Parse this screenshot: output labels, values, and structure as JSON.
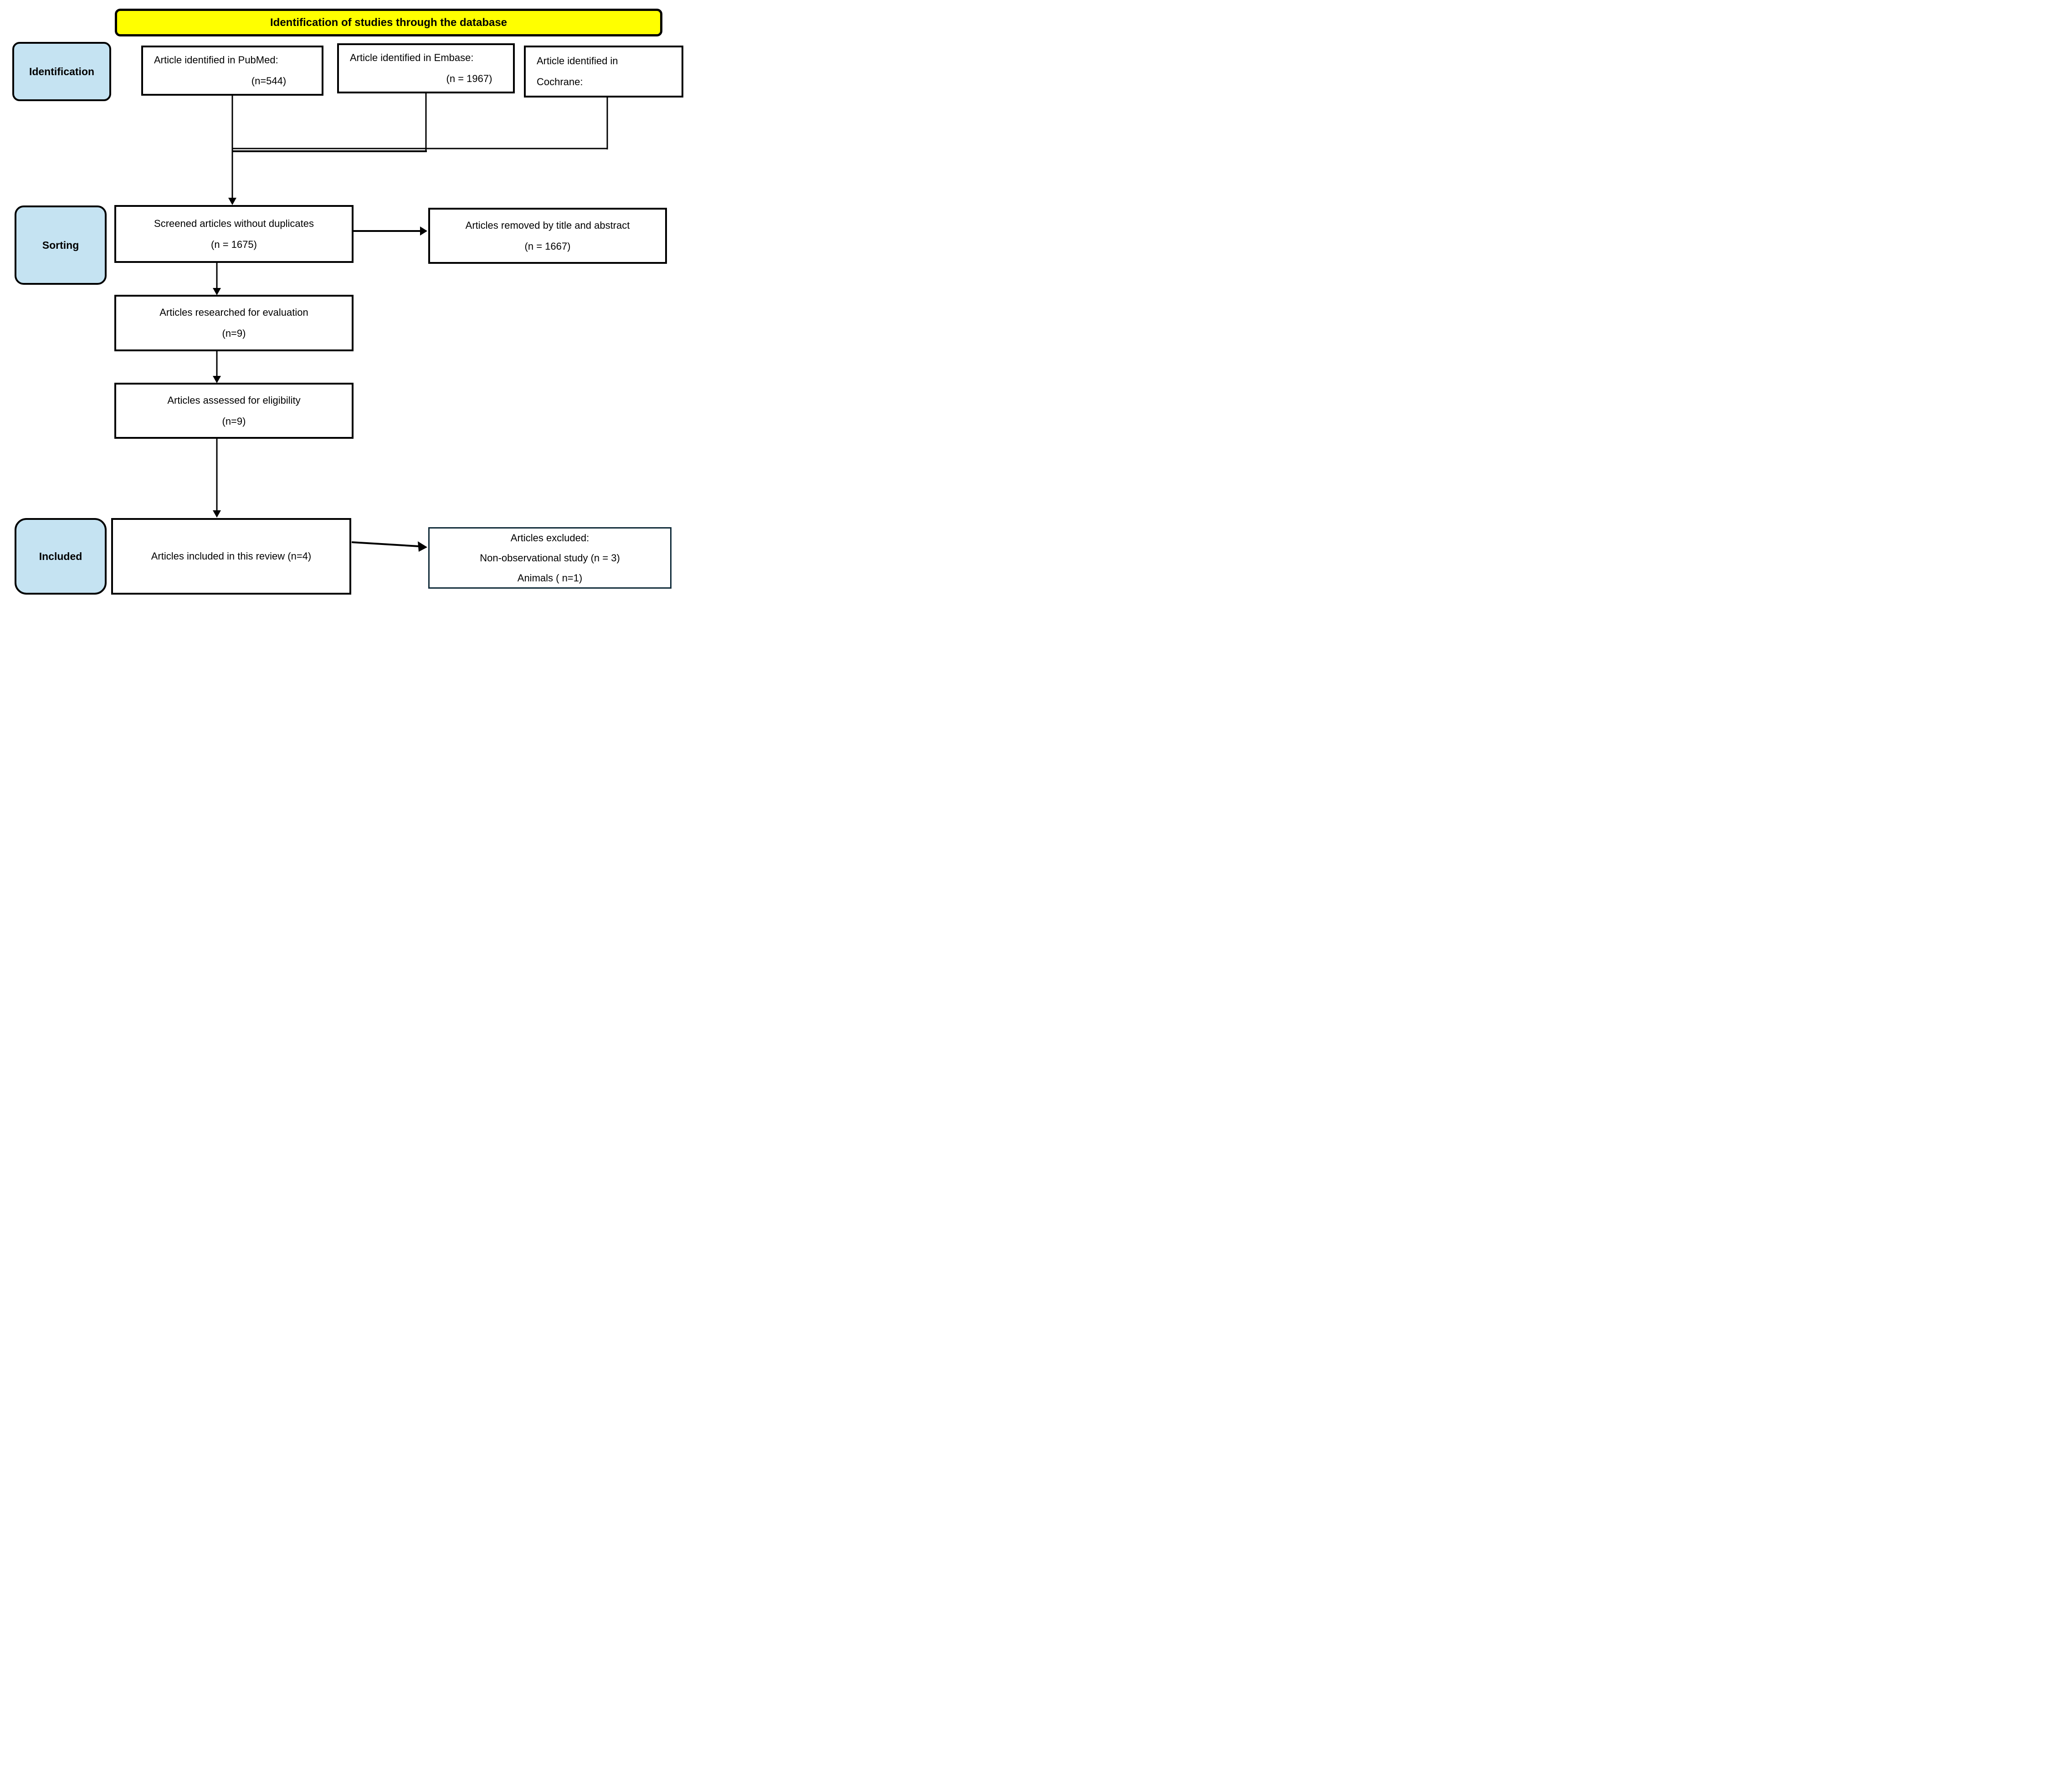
{
  "header": {
    "title": "Identification of studies through the database"
  },
  "stages": {
    "identification": "Identification",
    "sorting": "Sorting",
    "included": "Included"
  },
  "boxes": {
    "pubmed": {
      "line1": "Article identified in PubMed:",
      "line2": "(n=544)"
    },
    "embase": {
      "line1": "Article identified in Embase:",
      "line2": "(n = 1967)"
    },
    "cochrane": {
      "line1": "Article identified in",
      "line2": "Cochrane:"
    },
    "screened": {
      "line1": "Screened articles without duplicates",
      "line2": "(n = 1675)"
    },
    "removed": {
      "line1": "Articles removed by title and abstract",
      "line2": "(n = 1667)"
    },
    "researched": {
      "line1": "Articles researched for evaluation",
      "line2": "(n=9)"
    },
    "assessed": {
      "line1": "Articles assessed for eligibility",
      "line2": "(n=9)"
    },
    "review": {
      "line1": "Articles included in this review (n=4)"
    },
    "excluded": {
      "line1": "Articles excluded:",
      "line2": "Non-observational study (n = 3)",
      "line3": "Animals ( n=1)"
    }
  },
  "colors": {
    "header_fill": "#ffff00",
    "stage_fill": "#c5e3f2",
    "box_border": "#000000",
    "excluded_border": "#0e2a38",
    "text": "#000000"
  }
}
